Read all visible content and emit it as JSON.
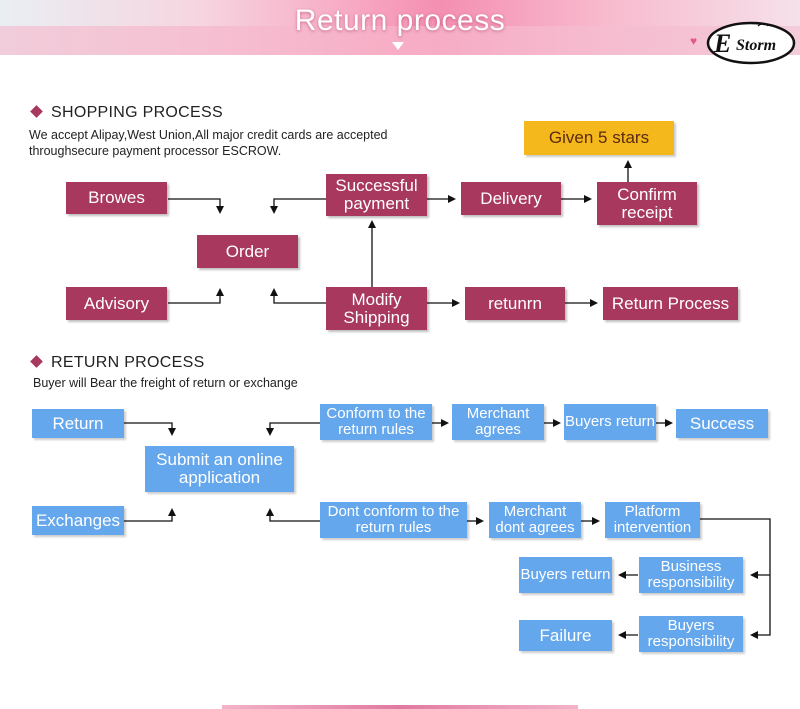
{
  "banner": {
    "title": "Return process"
  },
  "logo": {
    "text": "Storm",
    "initial": "E"
  },
  "shopping": {
    "title": "SHOPPING PROCESS",
    "line1": "We accept Alipay,West Union,All major credit cards are accepted",
    "line2": "throughsecure payment processor ESCROW.",
    "nodes": {
      "browes": "Browes",
      "order": "Order",
      "advisory": "Advisory",
      "successful_payment": "Successful payment",
      "delivery": "Delivery",
      "confirm_receipt": "Confirm receipt",
      "given_5_stars": "Given 5 stars",
      "modify_shipping": "Modify Shipping",
      "retunrn": "retunrn",
      "return_process": "Return Process"
    }
  },
  "returns": {
    "title": "RETURN PROCESS",
    "line1": "Buyer will Bear the freight of return or exchange",
    "nodes": {
      "return": "Return",
      "submit_application": "Submit an online application",
      "exchanges": "Exchanges",
      "conform_rules": "Conform to the return rules",
      "merchant_agrees": "Merchant agrees",
      "buyers_return_top": "Buyers return",
      "success": "Success",
      "dont_conform": "Dont conform to the return rules",
      "merchant_dont_agrees": "Merchant dont agrees",
      "platform_intervention": "Platform intervention",
      "buyers_return_bottom": "Buyers return",
      "business_responsibility": "Business responsibility",
      "failure": "Failure",
      "buyers_responsibility": "Buyers responsibility"
    }
  },
  "colors": {
    "shopping_box": "#a8385e",
    "highlight_box": "#f5b81c",
    "return_box": "#64a7ed"
  }
}
